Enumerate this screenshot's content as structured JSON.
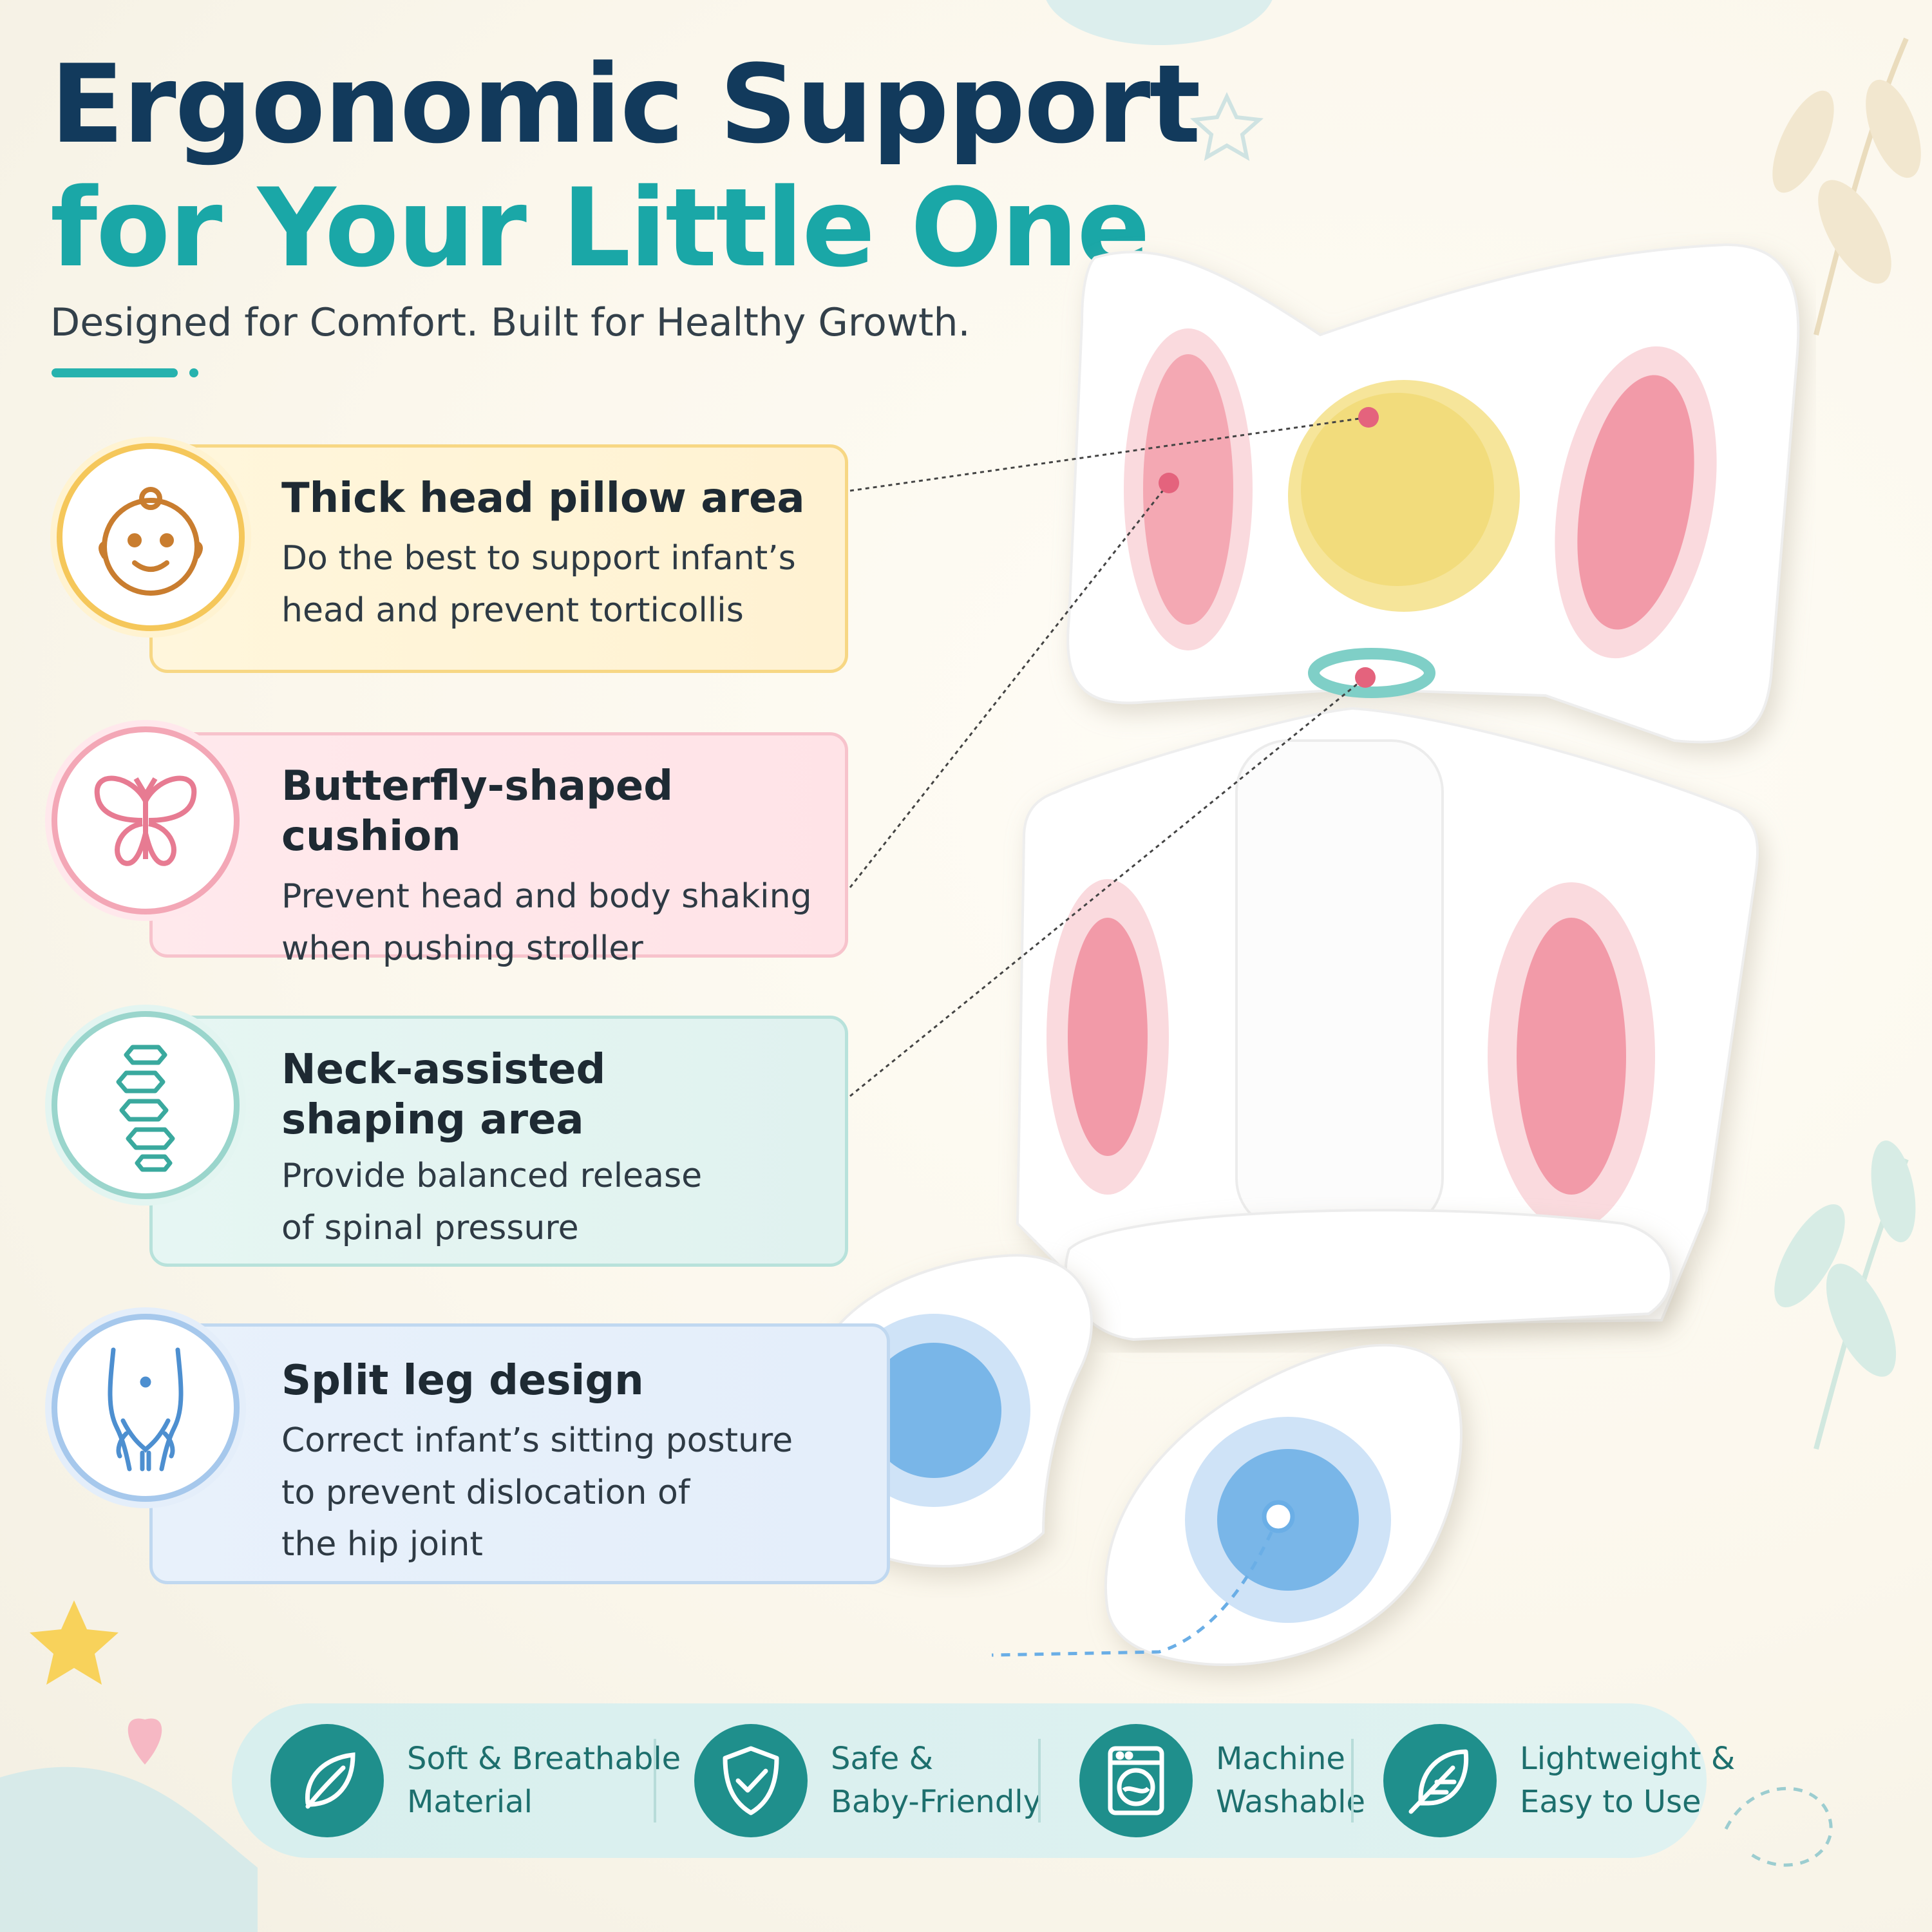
{
  "header": {
    "title_line1": "Ergonomic Support",
    "title_line2": "for Your Little One",
    "subtitle": "Designed for Comfort. Built for Healthy Growth."
  },
  "features": [
    {
      "title": "Thick head pillow area",
      "desc_line1": "Do the best to support infant’s",
      "desc_line2": "head and prevent torticollis",
      "desc_line3": "",
      "icon": "baby-face-icon",
      "accent": "#f5c75a"
    },
    {
      "title": "Butterfly-shaped cushion",
      "desc_line1": "Prevent head and body shaking",
      "desc_line2": "when pushing stroller",
      "desc_line3": "",
      "icon": "butterfly-icon",
      "accent": "#f3a7b6"
    },
    {
      "title_line1": "Neck-assisted",
      "title_line2": "shaping area",
      "desc_line1": "Provide balanced release",
      "desc_line2": "of spinal pressure",
      "desc_line3": "",
      "icon": "spine-icon",
      "accent": "#9ad5cc"
    },
    {
      "title": "Split leg design",
      "desc_line1": "Correct infant’s sitting posture",
      "desc_line2": "to prevent dislocation of",
      "desc_line3": "the hip joint",
      "icon": "hip-joint-icon",
      "accent": "#a6c8ec"
    }
  ],
  "bottom_bar": [
    {
      "line1": "Soft & Breathable",
      "line2": "Material",
      "icon": "leaf-icon"
    },
    {
      "line1": "Safe &",
      "line2": "Baby-Friendly",
      "icon": "shield-check-icon"
    },
    {
      "line1": "Machine",
      "line2": "Washable",
      "icon": "washing-machine-icon"
    },
    {
      "line1": "Lightweight &",
      "line2": "Easy to Use",
      "icon": "feather-icon"
    }
  ],
  "colors": {
    "navy": "#123a5c",
    "teal": "#1aa7a7",
    "pink": "#f08fa0",
    "yellow": "#f4df7a",
    "blue": "#79b6e8",
    "icon_teal": "#1f8f8c"
  }
}
